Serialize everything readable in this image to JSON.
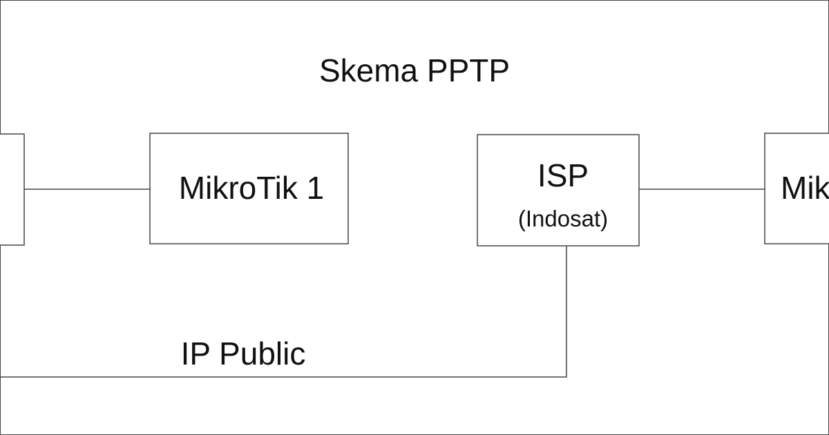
{
  "diagram": {
    "title": "Skema PPTP",
    "nodes": [
      {
        "id": "left-device",
        "label": ""
      },
      {
        "id": "mikrotik-1",
        "label": "MikroTik 1"
      },
      {
        "id": "isp",
        "label": "ISP",
        "sublabel": "(Indosat)"
      },
      {
        "id": "mikrotik-2",
        "label": "Mik"
      }
    ],
    "edges": [
      {
        "from": "left-device",
        "to": "mikrotik-1",
        "label": ""
      },
      {
        "from": "isp",
        "to": "mikrotik-2",
        "label": ""
      },
      {
        "from": "isp",
        "to": "left-device",
        "label": "IP Public"
      }
    ],
    "colors": {
      "stroke": "#444444",
      "text": "#111111",
      "background": "#ffffff"
    }
  }
}
